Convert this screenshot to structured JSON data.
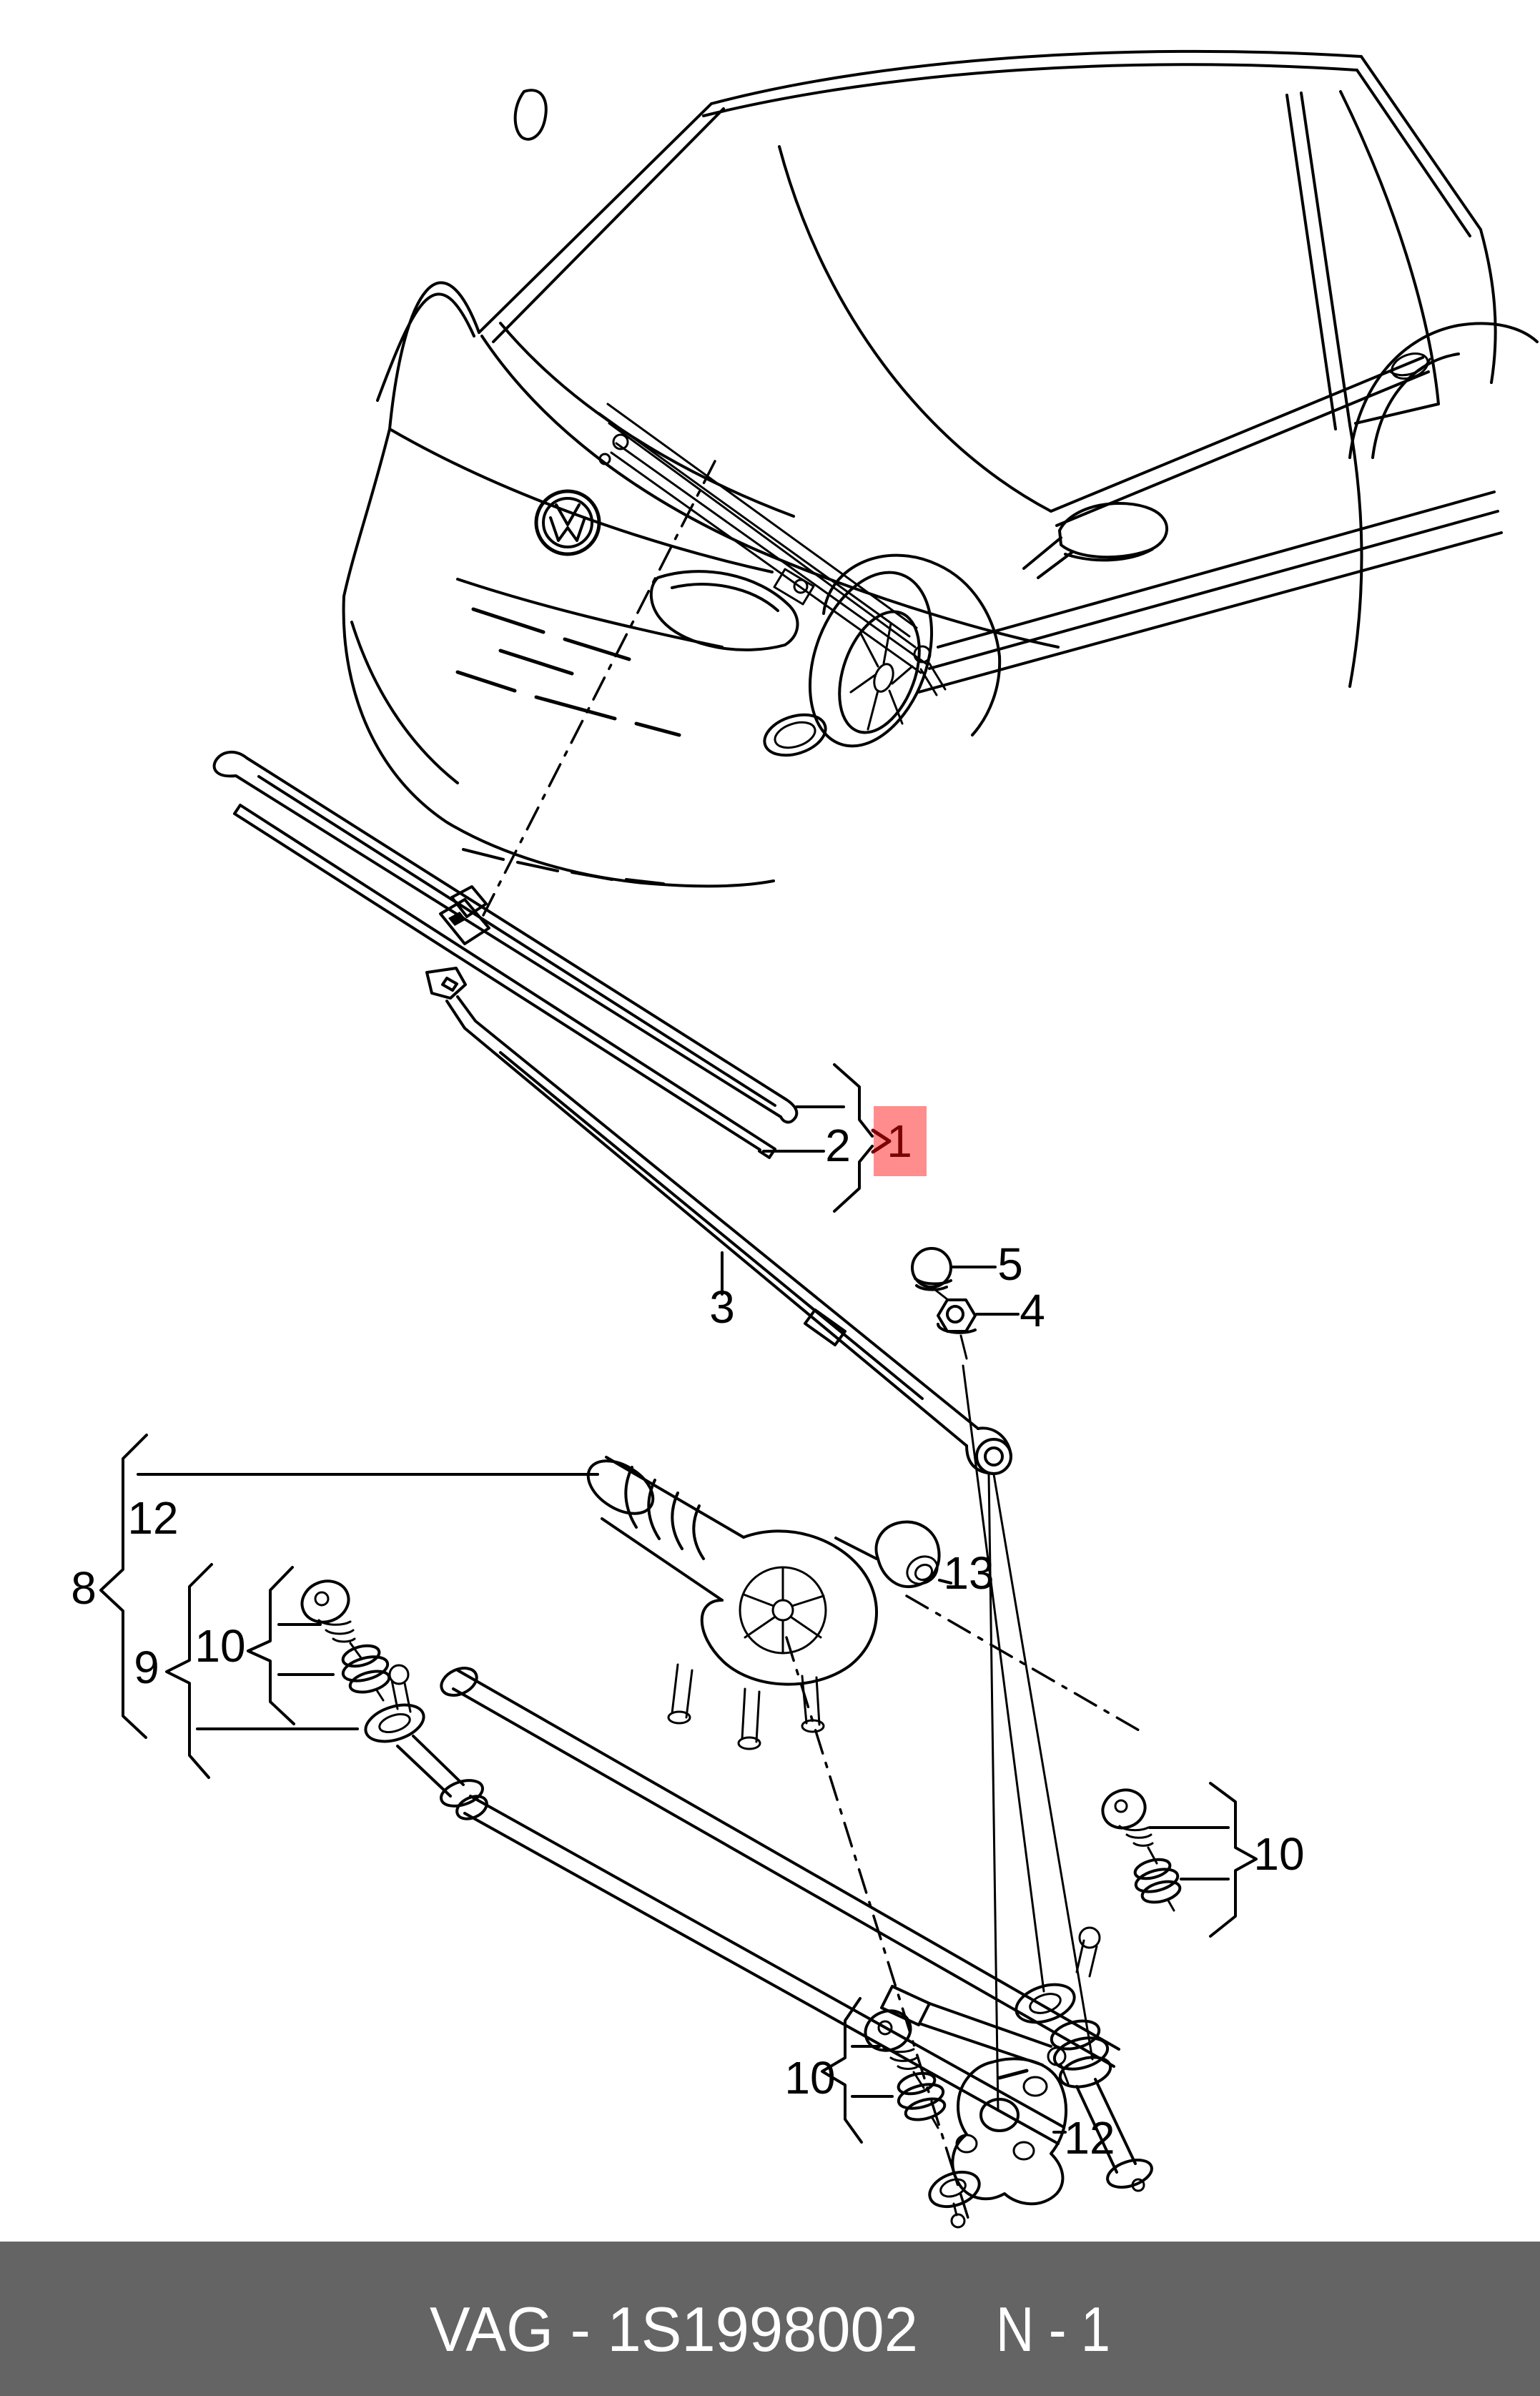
{
  "document": {
    "type": "parts-catalog-exploded-diagram",
    "subject": "windscreen wiper and wiper motor / linkage"
  },
  "callouts": {
    "c1": "1",
    "c2": "2",
    "c3": "3",
    "c4": "4",
    "c5": "5",
    "c8": "8",
    "c9": "9",
    "c10": "10",
    "c12": "12",
    "c13": "13"
  },
  "highlighted_callout": "1",
  "footer": {
    "part_code": "VAG - 1S1998002",
    "page_ref": "N - 1"
  },
  "colors": {
    "line": "#000000",
    "background": "#ffffff",
    "highlight_box": "#ff8d8d",
    "highlight_text": "#7d0000",
    "footer_bar": "#646464",
    "footer_text": "#ffffff"
  }
}
